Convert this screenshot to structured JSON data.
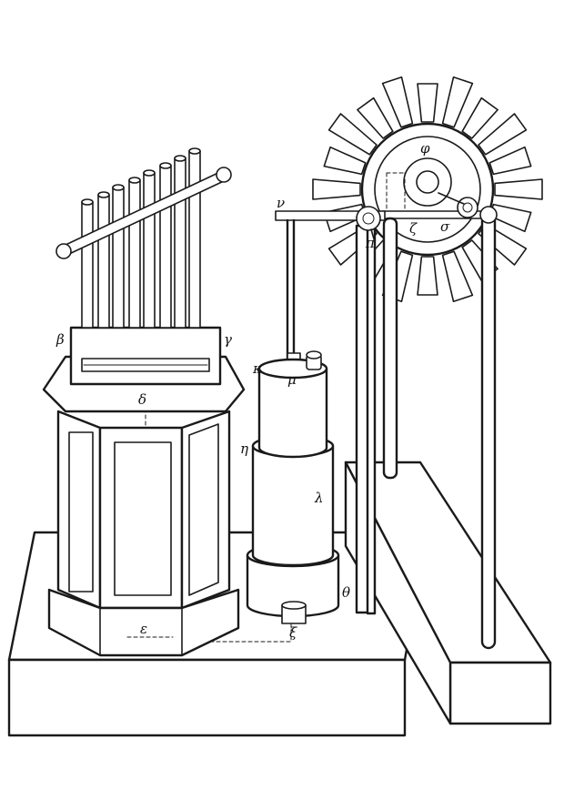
{
  "figure": {
    "labels": {
      "beta": "β",
      "gamma": "γ",
      "delta": "δ",
      "epsilon": "ε",
      "zeta_bottom": "ζ",
      "eta": "η",
      "theta": "θ",
      "lambda": "λ",
      "kappa": "κ",
      "mu": "μ",
      "nu": "ν",
      "xi": "ξ",
      "pi": "π",
      "phi": "φ",
      "sigma": "σ"
    }
  },
  "colors": {
    "ink": "#1a1a1a",
    "paper": "#ffffff"
  }
}
